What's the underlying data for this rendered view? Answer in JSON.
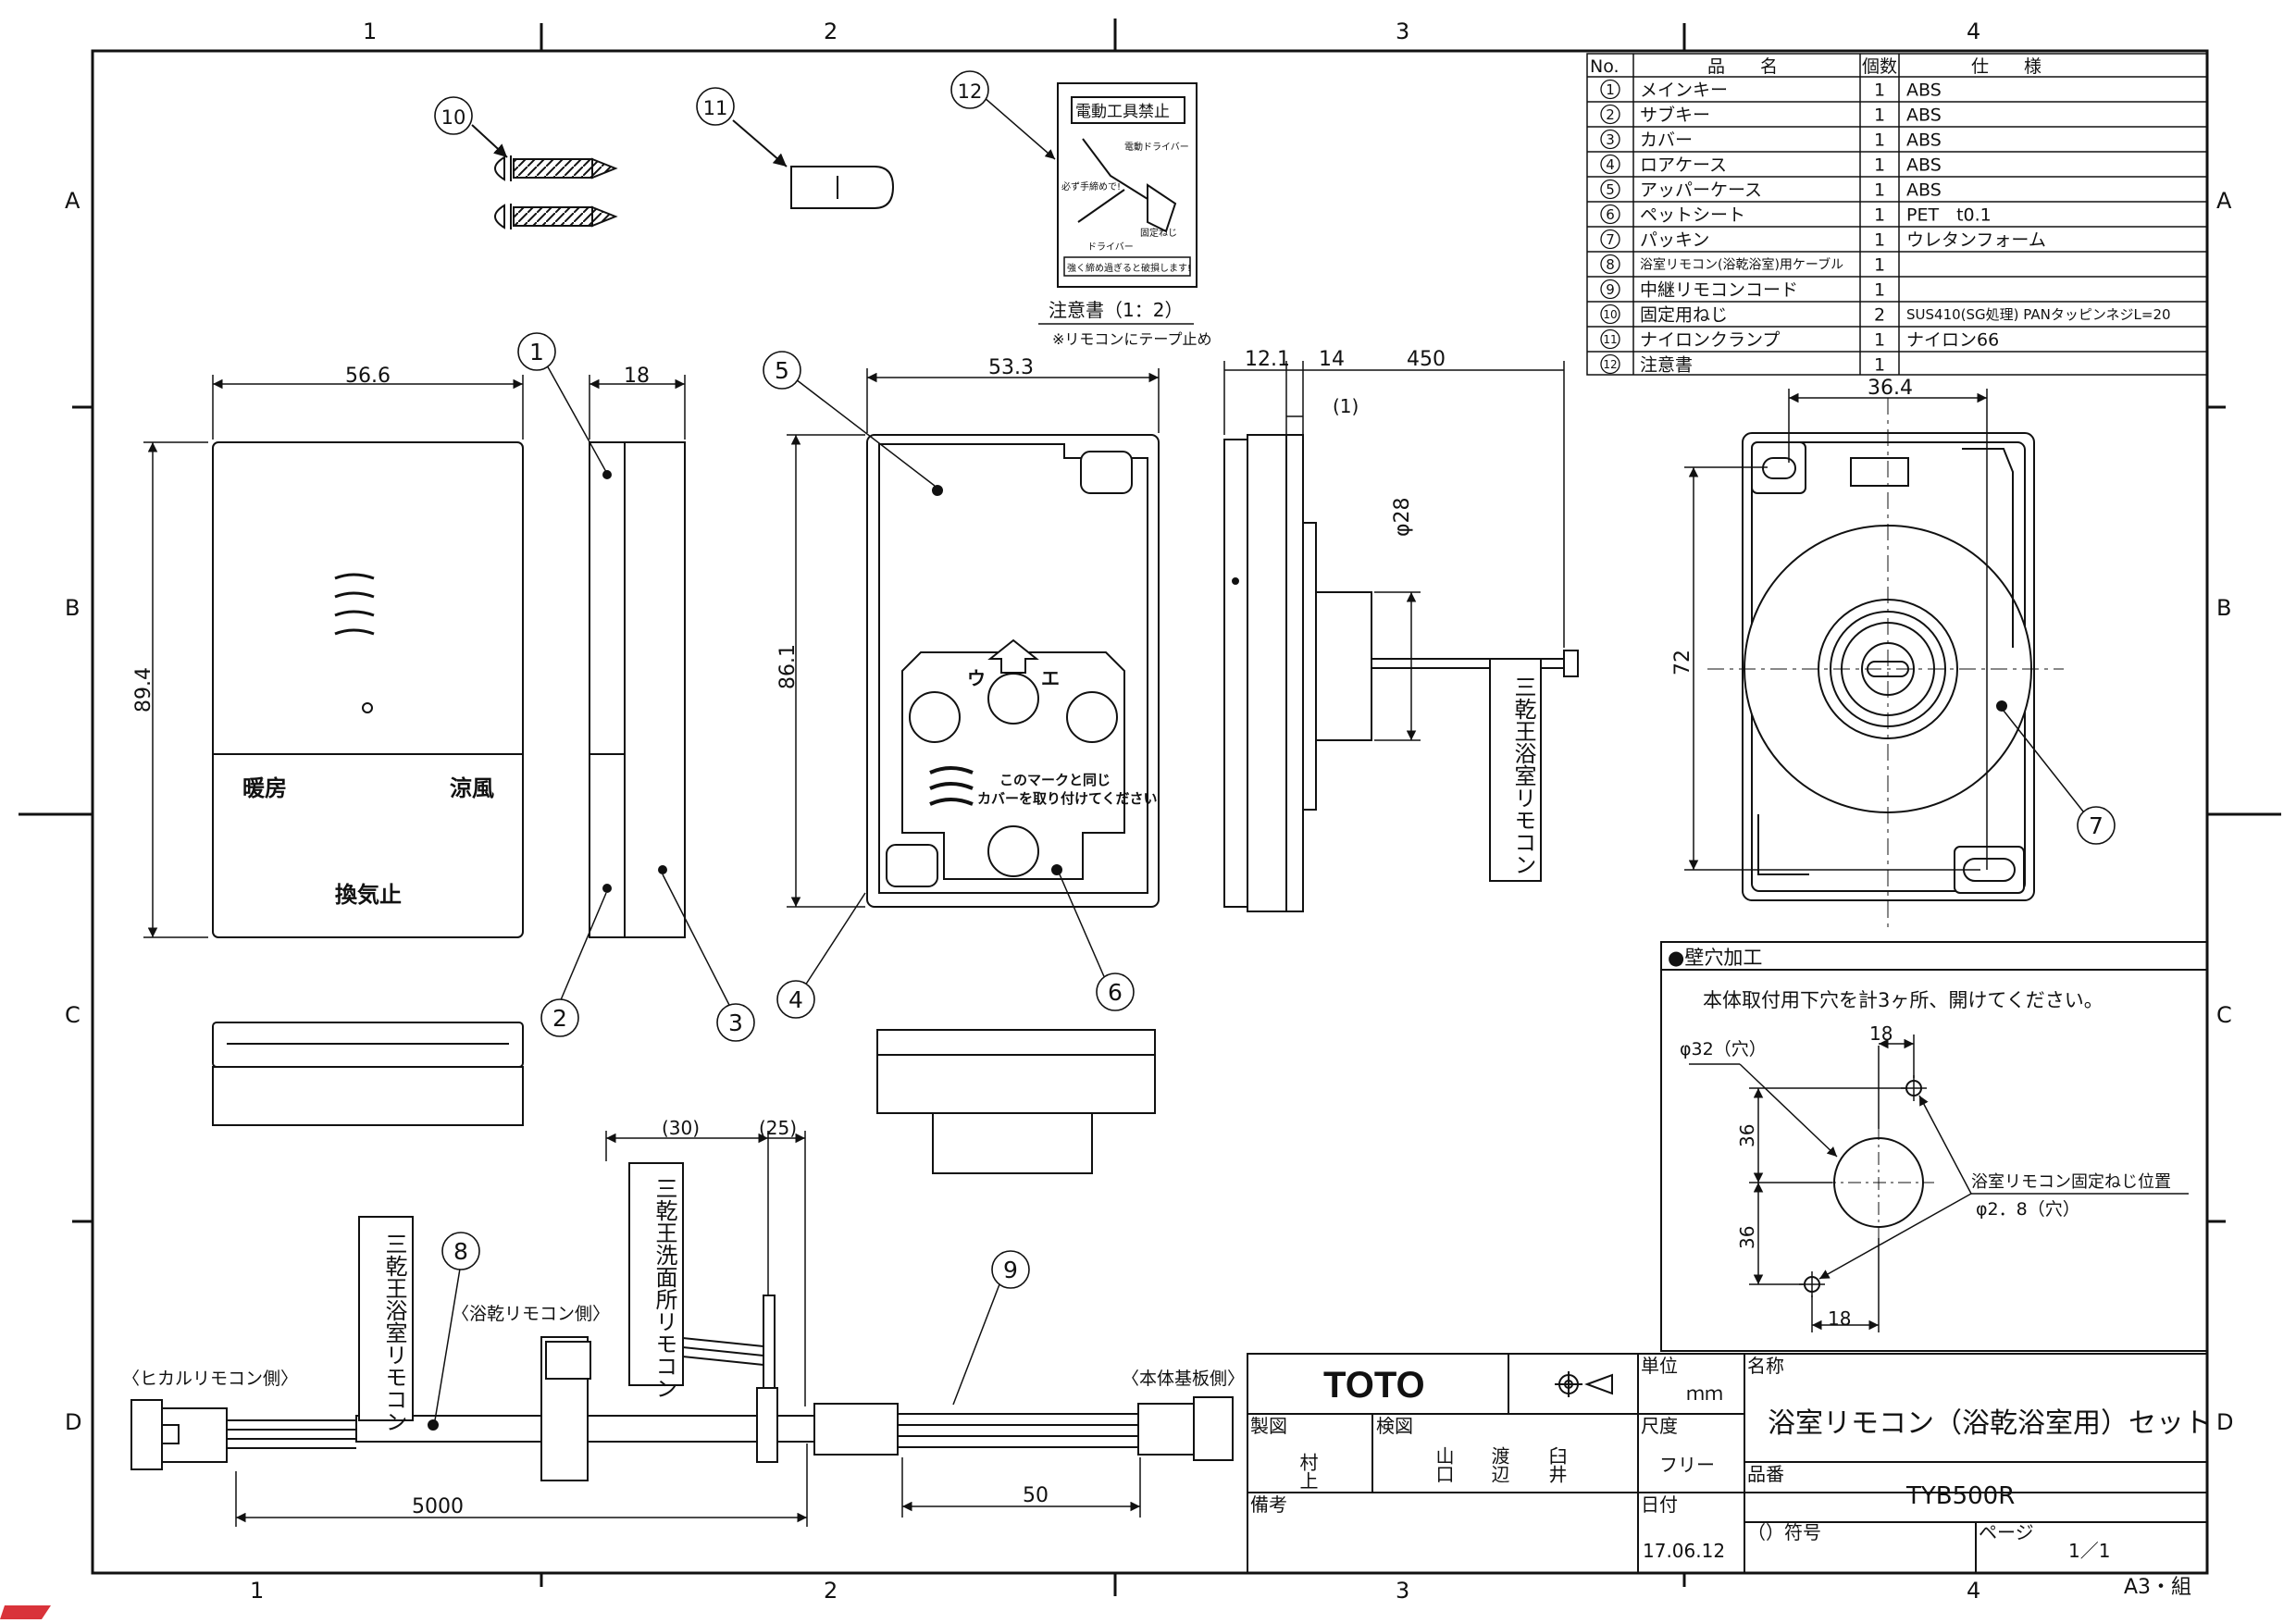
{
  "frame": {
    "col_labels": [
      "1",
      "2",
      "3",
      "4"
    ],
    "row_labels": [
      "A",
      "B",
      "C",
      "D"
    ],
    "sheet_size": "A3・組"
  },
  "parts_table": {
    "headers": {
      "no": "No.",
      "name": "品　　名",
      "qty": "個数",
      "spec": "仕　　様"
    },
    "rows": [
      {
        "no": "1",
        "name": "メインキー",
        "qty": "1",
        "spec": "ABS"
      },
      {
        "no": "2",
        "name": "サブキー",
        "qty": "1",
        "spec": "ABS"
      },
      {
        "no": "3",
        "name": "カバー",
        "qty": "1",
        "spec": "ABS"
      },
      {
        "no": "4",
        "name": "ロアケース",
        "qty": "1",
        "spec": "ABS"
      },
      {
        "no": "5",
        "name": "アッパーケース",
        "qty": "1",
        "spec": "ABS"
      },
      {
        "no": "6",
        "name": "ペットシート",
        "qty": "1",
        "spec": "PET　t0.1"
      },
      {
        "no": "7",
        "name": "パッキン",
        "qty": "1",
        "spec": "ウレタンフォーム"
      },
      {
        "no": "8",
        "name": "浴室リモコン(浴乾浴室)用ケーブル",
        "qty": "1",
        "spec": ""
      },
      {
        "no": "9",
        "name": "中継リモコンコード",
        "qty": "1",
        "spec": ""
      },
      {
        "no": "10",
        "name": "固定用ねじ",
        "qty": "2",
        "spec": "SUS410(SG処理) PANタッピンネジL=20"
      },
      {
        "no": "11",
        "name": "ナイロンクランプ",
        "qty": "1",
        "spec": "ナイロン66"
      },
      {
        "no": "12",
        "name": "注意書",
        "qty": "1",
        "spec": ""
      }
    ]
  },
  "notice": {
    "title": "電動工具禁止",
    "driver": "電動ドライバー",
    "hand": "必ず手締めで!",
    "screw": "固定ねじ",
    "driver2": "ドライバー",
    "warning": "強く締め過ぎると破損します!",
    "caption": "注意書（1：2）",
    "note": "※リモコンにテープ止め"
  },
  "front_view": {
    "btn_left": "暖房",
    "btn_right": "涼風",
    "btn_bottom": "換気止"
  },
  "case_view": {
    "up_mark": "ウ",
    "up_mark2": "エ",
    "instruction1": "このマークと同じ",
    "instruction2": "カバーを取り付けてください"
  },
  "dimensions": {
    "w_front": "56.6",
    "d_side": "18",
    "h_front": "89.4",
    "w_case": "53.3",
    "h_case": "86.1",
    "s1": "12.1",
    "s2": "14",
    "s3": "450",
    "s4": "(1)",
    "dia": "φ28",
    "w_back": "36.4",
    "h_back": "72",
    "c30": "(30)",
    "c25": "(25)",
    "c5000": "5000",
    "c50": "50"
  },
  "cable_labels": {
    "tag_side": "三乾王浴室リモコン",
    "tag_8": "三乾王浴室リモコン",
    "tag_9": "三乾王洗面所リモコン",
    "hikaru": "〈ヒカルリモコン側〉",
    "yokkan": "〈浴乾リモコン側〉",
    "honta": "〈本体基板側〉"
  },
  "wall_hole": {
    "title": "●壁穴加工",
    "text": "本体取付用下穴を計3ヶ所、開けてください。",
    "hole_dia": "φ32（穴）",
    "screw_pos": "浴室リモコン固定ねじ位置",
    "screw_dia": "φ2．8（穴）",
    "d18a": "18",
    "d18b": "18",
    "d36a": "36",
    "d36b": "36"
  },
  "title_block": {
    "brand": "TOTO",
    "unit_label": "単位",
    "unit_value": "ｍｍ",
    "name_label": "名称",
    "name_value": "浴室リモコン（浴乾浴室用）セット",
    "drawn_label": "製図",
    "drawn_by": "村上",
    "check_label": "検図",
    "check_by1": "山口",
    "check_by2": "渡辺",
    "check_by3": "臼井",
    "scale_label": "尺度",
    "scale_value": "フリー",
    "part_label": "品番",
    "part_value": "TYB500R",
    "remarks_label": "備考",
    "date_label": "日付",
    "date_value": "17.06.12",
    "symbol_label": "（）符号",
    "page_label": "ページ",
    "page_value": "1／1"
  },
  "balloons": [
    "1",
    "2",
    "3",
    "4",
    "5",
    "6",
    "7",
    "8",
    "9",
    "10",
    "11",
    "12"
  ]
}
